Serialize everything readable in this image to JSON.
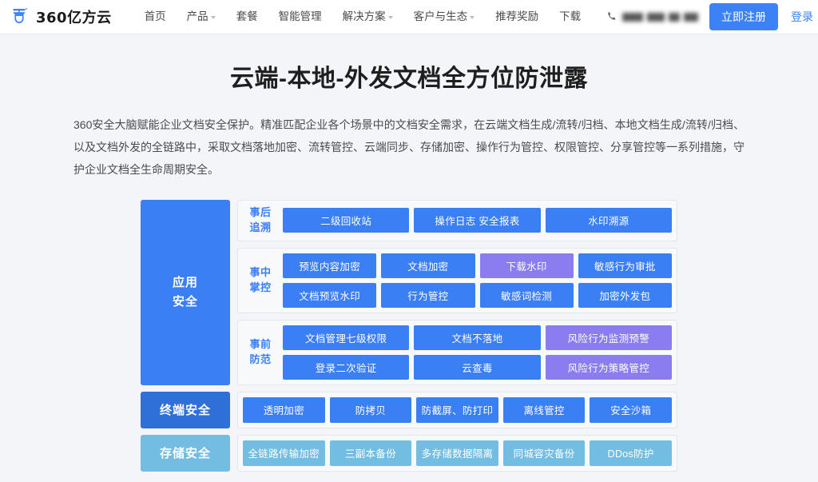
{
  "header": {
    "logo_icon": "shield-logo-icon",
    "logo_text": "360亿方云",
    "nav": [
      {
        "label": "首页",
        "has_caret": false
      },
      {
        "label": "产品",
        "has_caret": true
      },
      {
        "label": "套餐",
        "has_caret": false
      },
      {
        "label": "智能管理",
        "has_caret": false
      },
      {
        "label": "解决方案",
        "has_caret": true
      },
      {
        "label": "客户与生态",
        "has_caret": true
      },
      {
        "label": "推荐奖励",
        "has_caret": false
      },
      {
        "label": "下载",
        "has_caret": false
      }
    ],
    "phone_icon": "phone-icon",
    "phone_number_redacted": "",
    "register_label": "立即注册",
    "login_label": "登录"
  },
  "hero": {
    "title": "云端-本地-外发文档全方位防泄露",
    "description": "360安全大脑赋能企业文档安全保护。精准匹配企业各个场景中的文档安全需求，在云端文档生成/流转/归档、本地文档生成/流转/归档、以及文档外发的全链路中，采取文档落地加密、流转管控、云端同步、存储加密、操作行为管控、权限管控、分享管控等一系列措施，守护企业文档全生命周期安全。"
  },
  "diagram": {
    "app_security_label": "应用\n安全",
    "app_security_label_line1": "应用",
    "app_security_label_line2": "安全",
    "groups": [
      {
        "label_line1": "事后",
        "label_line2": "追溯",
        "rows": [
          [
            {
              "text": "二级回收站",
              "color": "blue"
            },
            {
              "text": "操作日志  安全报表",
              "color": "blue"
            },
            {
              "text": "水印溯源",
              "color": "blue"
            }
          ]
        ]
      },
      {
        "label_line1": "事中",
        "label_line2": "掌控",
        "rows": [
          [
            {
              "text": "预览内容加密",
              "color": "blue"
            },
            {
              "text": "文档加密",
              "color": "blue"
            },
            {
              "text": "下载水印",
              "color": "purple"
            },
            {
              "text": "敏感行为审批",
              "color": "blue"
            }
          ],
          [
            {
              "text": "文档预览水印",
              "color": "blue"
            },
            {
              "text": "行为管控",
              "color": "blue"
            },
            {
              "text": "敏感词检测",
              "color": "blue"
            },
            {
              "text": "加密外发包",
              "color": "blue"
            }
          ]
        ]
      },
      {
        "label_line1": "事前",
        "label_line2": "防范",
        "rows": [
          [
            {
              "text": "文档管理七级权限",
              "color": "blue"
            },
            {
              "text": "文档不落地",
              "color": "blue"
            },
            {
              "text": "风险行为监测预警",
              "color": "purple"
            }
          ],
          [
            {
              "text": "登录二次验证",
              "color": "blue"
            },
            {
              "text": "云查毒",
              "color": "blue"
            },
            {
              "text": "风险行为策略管控",
              "color": "purple"
            }
          ]
        ]
      }
    ],
    "bands": [
      {
        "label": "终端安全",
        "label_color": "blue",
        "tiles": [
          {
            "text": "透明加密",
            "color": "blue"
          },
          {
            "text": "防拷贝",
            "color": "blue"
          },
          {
            "text": "防截屏、防打印",
            "color": "blue"
          },
          {
            "text": "离线管控",
            "color": "blue"
          },
          {
            "text": "安全沙箱",
            "color": "blue"
          }
        ]
      },
      {
        "label": "存储安全",
        "label_color": "lightblue",
        "tiles": [
          {
            "text": "全链路传输加密",
            "color": "lightblue"
          },
          {
            "text": "三副本备份",
            "color": "lightblue"
          },
          {
            "text": "多存储数据隔离",
            "color": "lightblue"
          },
          {
            "text": "同城容灾备份",
            "color": "lightblue"
          },
          {
            "text": "DDos防护",
            "color": "lightblue"
          }
        ]
      }
    ]
  },
  "colors": {
    "brand_blue": "#3b7ff5",
    "button_blue": "#3b82f6",
    "accent_purple": "#8b7cf0",
    "light_blue": "#74bde2",
    "band_label_blue": "#2f6fd8",
    "page_bg": "#f4f5f9",
    "group_bg": "#f8f9fb",
    "group_border": "#e3e5ea"
  }
}
